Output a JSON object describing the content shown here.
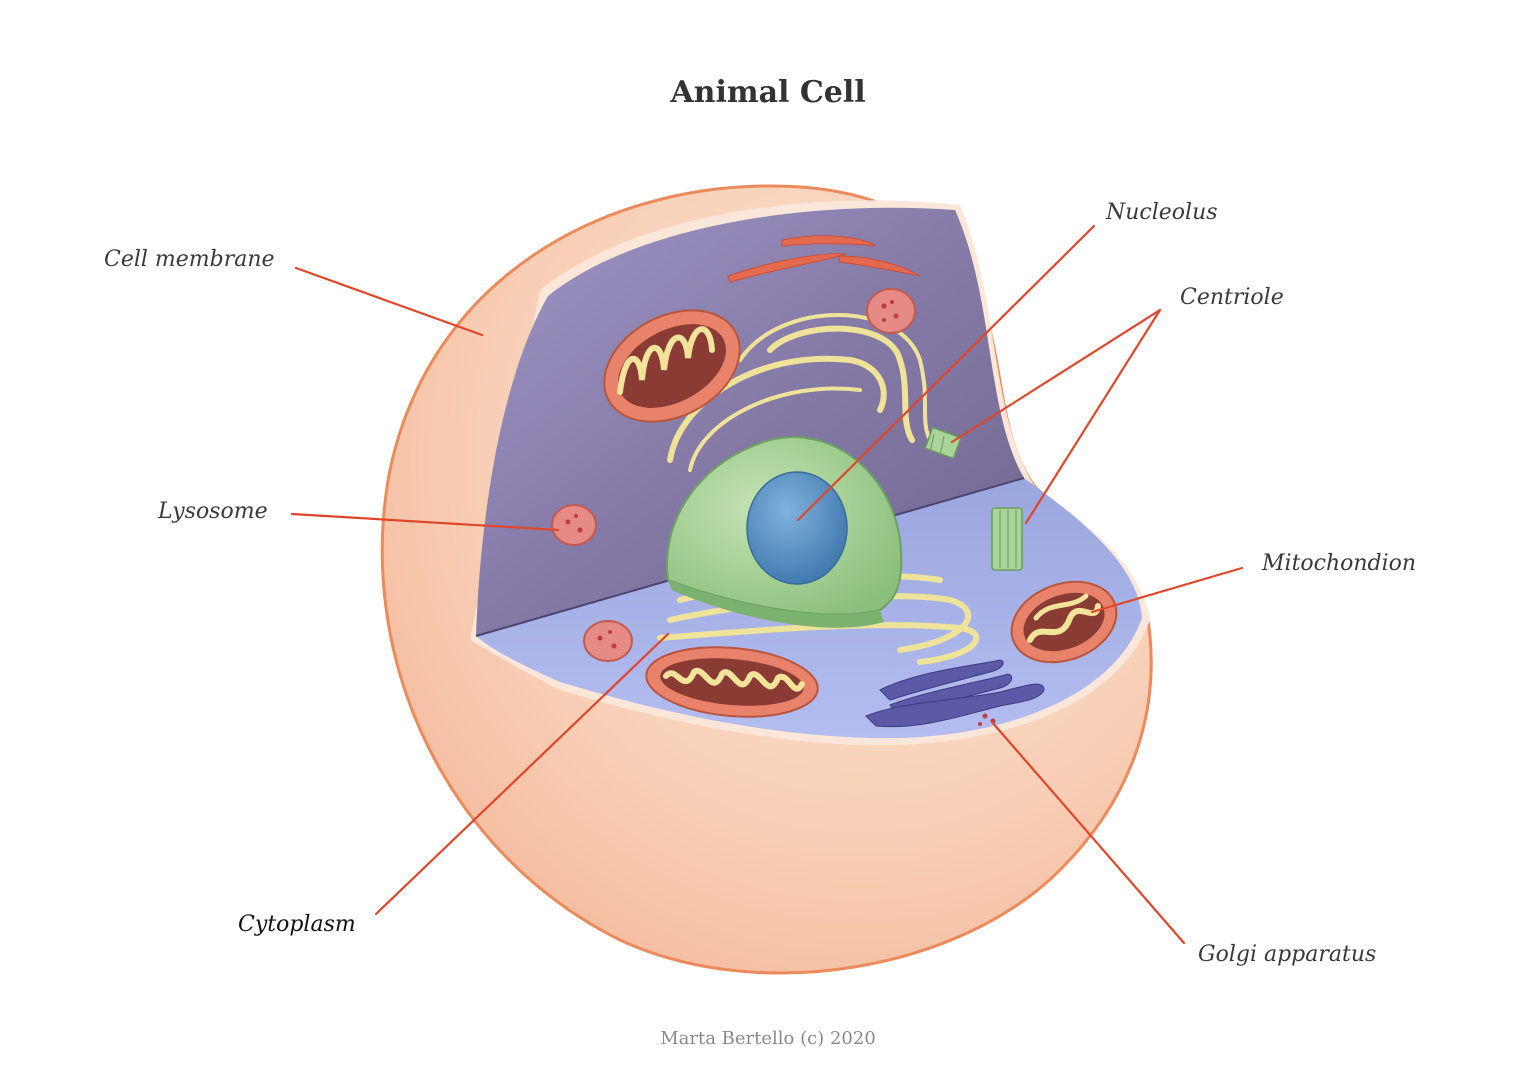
{
  "title": "Animal Cell",
  "credit": "Marta Bertello (c) 2020",
  "labels": {
    "cell_membrane": "Cell membrane",
    "lysosome": "Lysosome",
    "cytoplasm": "Cytoplasm",
    "nucleolus": "Nucleolus",
    "centriole": "Centriole",
    "mitochondrion": "Mitochondion",
    "golgi": "Golgi apparatus"
  },
  "colors": {
    "membrane": "#f6c8ad",
    "membrane_outline": "#ec8a5c",
    "back_wall": "#8f86b3",
    "floor": "#a6b1e4",
    "nucleus": "#9cc98f",
    "nucleolus": "#5b93c4",
    "er": "#efe39a",
    "mitochondrion": "#e8826a",
    "lysosome": "#e58a84",
    "golgi": "#5c5aa6",
    "leader": "#e0462a"
  }
}
